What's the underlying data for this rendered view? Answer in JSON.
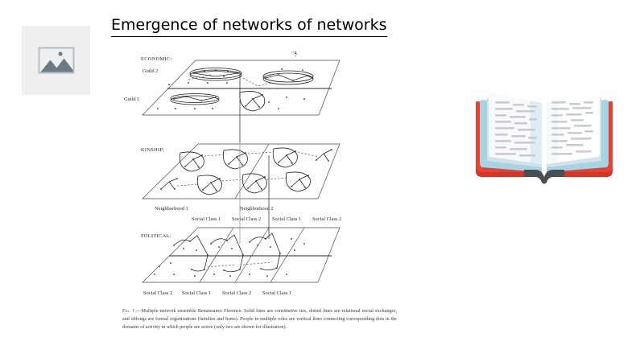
{
  "slide": {
    "title": "Emergence of networks of networks",
    "background_color": "#ffffff"
  },
  "image_placeholder": {
    "name": "broken-image-placeholder",
    "box_color": "#efefef",
    "icon_color": "#6d7a86",
    "icon_border_color": "#b6bdc4"
  },
  "figure": {
    "alt": "Multiple-network ensemble Renaissance Florence diagram",
    "levels": [
      {
        "id": "economic",
        "label": "ECONOMIC:",
        "row_labels": [
          "Guild 2",
          "Guild 1"
        ]
      },
      {
        "id": "kinship",
        "label": "KINSHIP:",
        "bottom_labels": [
          "Neighborhood 1",
          "Neighborhood 2"
        ]
      },
      {
        "id": "political",
        "label": "POLITICAL:",
        "top_labels": [
          "Social Class 1",
          "Social Class 2",
          "Social Class 1",
          "Social Class 2"
        ],
        "bottom_labels": [
          "Social Class 2",
          "Social Class 1",
          "Social Class 2",
          "Social Class 1"
        ]
      }
    ],
    "caption_lead": "Fig. 1.—",
    "caption_text": "Multiple-network ensemble Renaissance Florence. Solid lines are constitutive ties, dotted lines are relational social exchanges, and oblongs are formal organizations (families and firms). People in multiple roles are vertical lines connecting corresponding dots in the domains of activity in which people are active (only two are shown for illustration)."
  },
  "book": {
    "name": "open-book-emoji",
    "cover_color": "#e8412f",
    "inner_cover_color": "#a8d3e2",
    "page_color": "#f7f9fa",
    "page_shadow_color": "#d6e9f2",
    "text_line_color": "#c7cdd1",
    "spine_color": "#4a4f53"
  }
}
